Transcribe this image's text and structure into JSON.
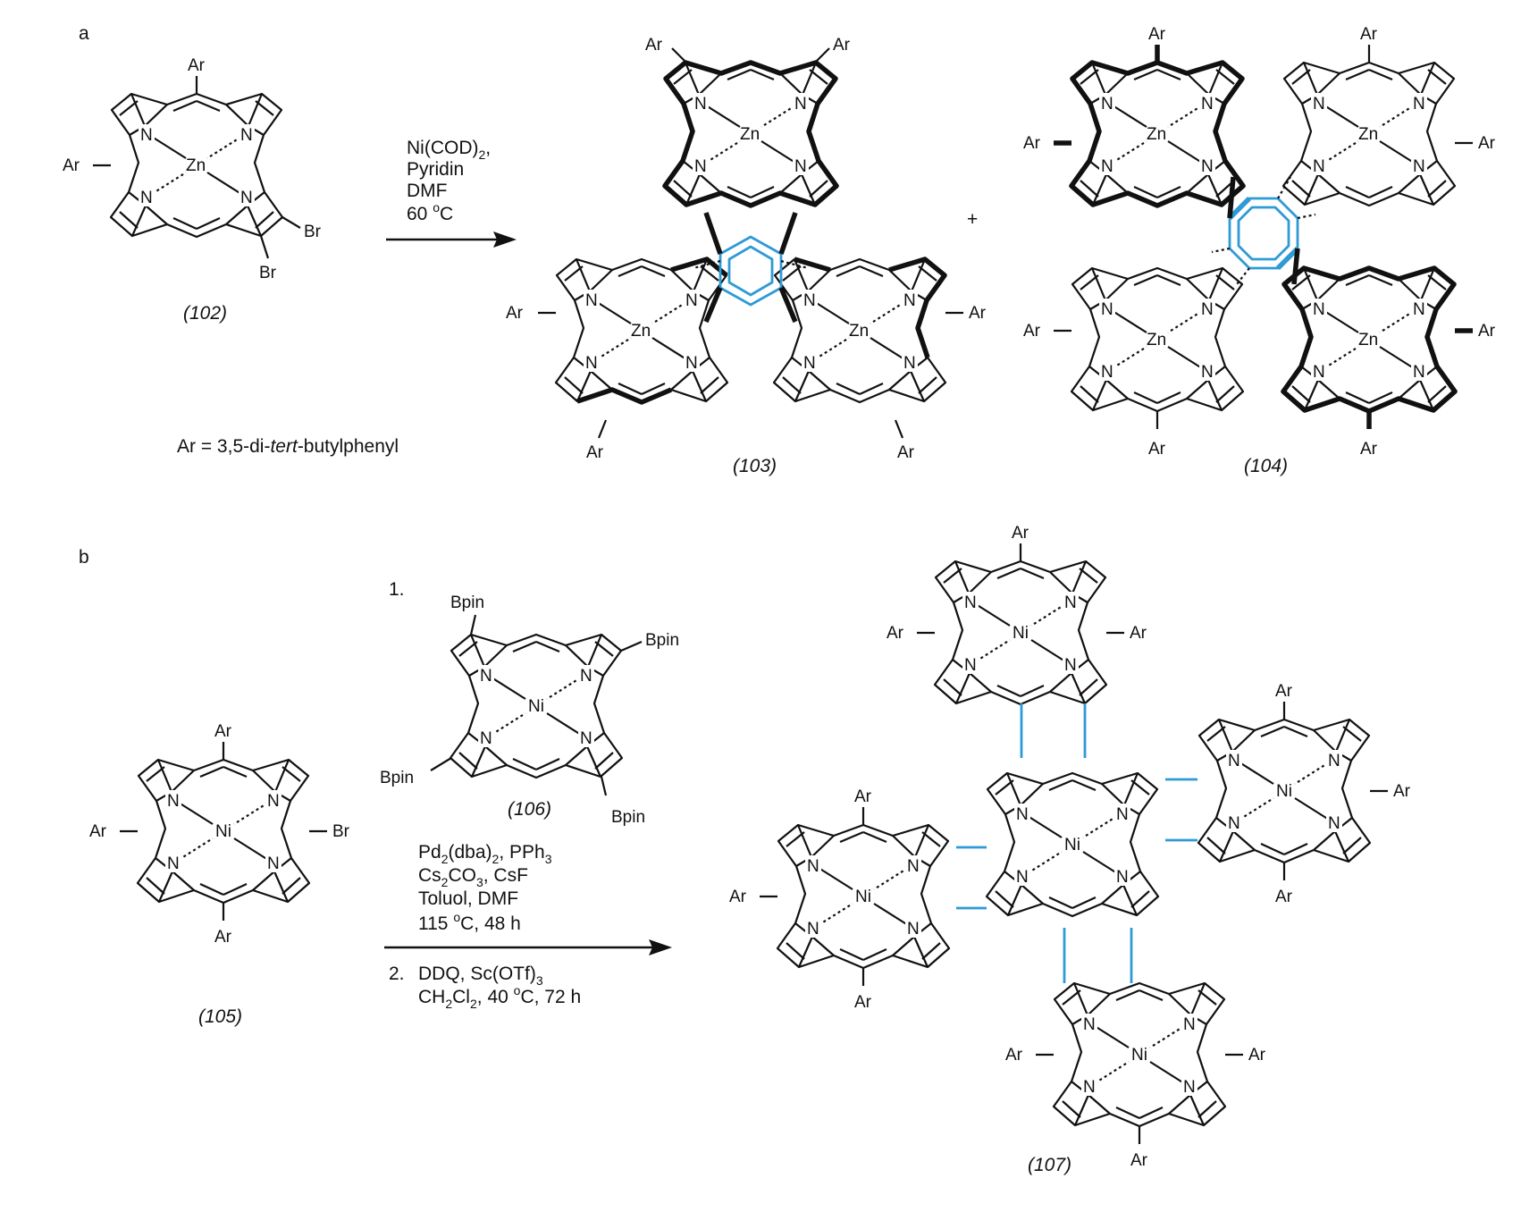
{
  "colors": {
    "ink": "#111111",
    "highlight": "#2e9ad6",
    "background": "#ffffff"
  },
  "panel_a": {
    "label": "a",
    "reactant": {
      "id": "(102)",
      "metal": "Zn",
      "ar_top": "Ar",
      "ar_left": "Ar",
      "br1": "Br",
      "br2": "Br"
    },
    "conditions": {
      "line1": "Ni(COD)",
      "line1_sub": "2",
      "line1_tail": ",",
      "line2": "Pyridin",
      "line3": "DMF",
      "line4_num": "60 ",
      "line4_deg": "o",
      "line4_unit": "C"
    },
    "ar_definition": {
      "prefix": "Ar = 3,5-di-",
      "italic": "tert",
      "suffix": "-butylphenyl"
    },
    "product1": {
      "id": "(103)"
    },
    "plus": "+",
    "product2": {
      "id": "(104)"
    }
  },
  "panel_b": {
    "label": "b",
    "reactant": {
      "id": "(105)",
      "metal": "Ni",
      "ar_top": "Ar",
      "ar_left": "Ar",
      "ar_bottom": "Ar",
      "br": "Br"
    },
    "step1_number": "1.",
    "reagent": {
      "id": "(106)",
      "metal": "Ni",
      "bpin": "Bpin"
    },
    "conditions": {
      "line1": "Pd",
      "line1_s1": "2",
      "line1_mid": "(dba)",
      "line1_s2": "2",
      "line1_tail": ", PPh",
      "line1_s3": "3",
      "line2": "Cs",
      "line2_s1": "2",
      "line2_mid": "CO",
      "line2_s2": "3",
      "line2_tail": ", CsF",
      "line3": "Toluol, DMF",
      "line4_num": "115 ",
      "line4_deg": "o",
      "line4_tail": "C, 48 h",
      "step2_number": "2.",
      "line5": "DDQ, Sc(OTf)",
      "line5_s": "3",
      "line6": "CH",
      "line6_s1": "2",
      "line6_mid": "Cl",
      "line6_s2": "2",
      "line6_tail": ", 40 ",
      "line6_deg": "o",
      "line6_end": "C, 72 h"
    },
    "product": {
      "id": "(107)"
    }
  },
  "atoms": {
    "N": "N",
    "Zn": "Zn",
    "Ni": "Ni",
    "Ar": "Ar",
    "Bpin": "Bpin"
  }
}
